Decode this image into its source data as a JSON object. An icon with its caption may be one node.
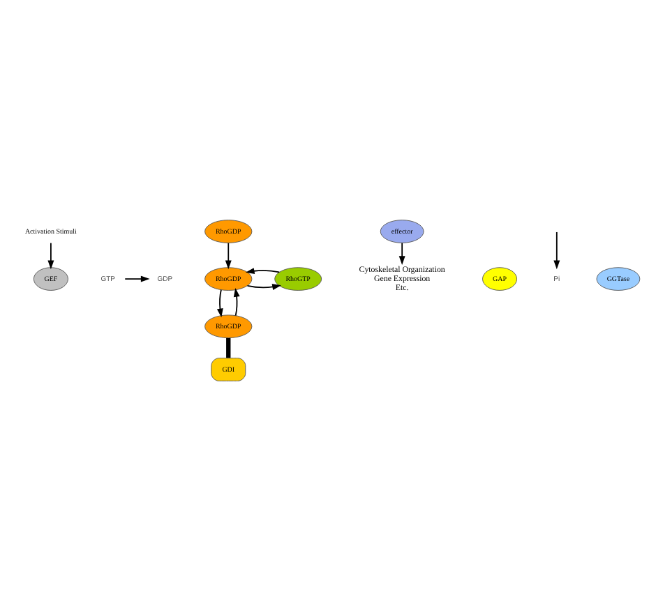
{
  "diagram": {
    "nodes": [
      {
        "text": [
          "Activation Stimuli"
        ]
      },
      {
        "text": [
          "GEF"
        ]
      },
      {
        "text": [
          "GTP"
        ]
      },
      {
        "text": [
          "GDP"
        ]
      },
      {
        "text": [
          "RhoGDP"
        ]
      },
      {
        "text": [
          "RhoGTP"
        ]
      },
      {
        "text": [
          "effector"
        ]
      },
      {
        "text": [
          "GAP"
        ]
      },
      {
        "text": [
          "Pi"
        ]
      },
      {
        "text": [
          "GGTase"
        ]
      },
      {
        "text": [
          "RhoGDP"
        ]
      },
      {
        "text": [
          "RhoGDP"
        ]
      },
      {
        "text": [
          "GDI"
        ]
      },
      {
        "text": [
          "Cytoskeletal Organization",
          "Gene Expression",
          "Etc."
        ]
      }
    ],
    "edges": [
      {
        "from": 0,
        "to": 1,
        "arrow": "to"
      },
      {
        "from": 2,
        "to": 3,
        "arrow": "to"
      },
      {
        "from": 4,
        "to": 5,
        "arrow": "to"
      },
      {
        "from": 5,
        "to": 4,
        "arrow": "to"
      },
      {
        "from": null,
        "to": 8,
        "arrow": "to"
      },
      {
        "from": 4,
        "to": 11,
        "arrow": "to"
      },
      {
        "from": 11,
        "to": 4,
        "arrow": "to"
      },
      {
        "from": 10,
        "to": 4,
        "arrow": "to"
      },
      {
        "from": 6,
        "to": 13,
        "arrow": "to"
      },
      {
        "from": 11,
        "to": 12,
        "arrow": "none",
        "style": "thick"
      }
    ]
  }
}
